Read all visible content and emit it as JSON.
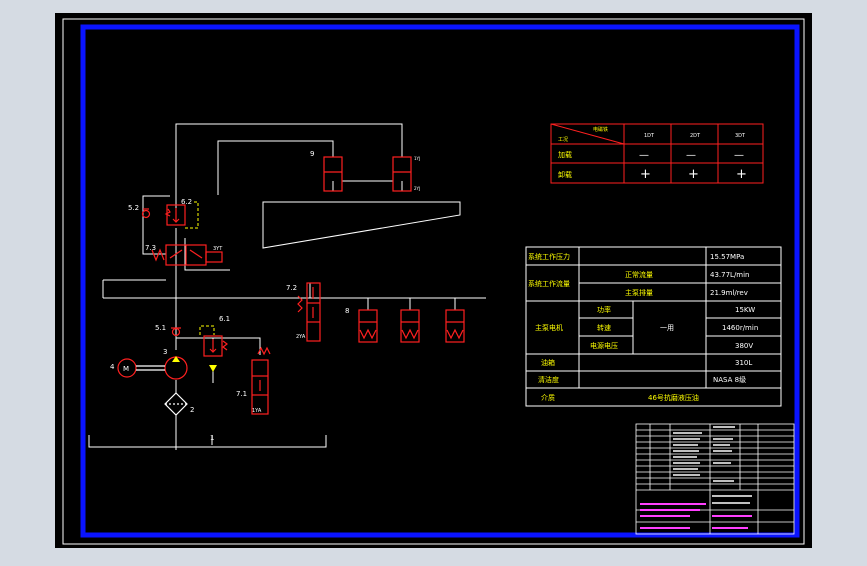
{
  "colors": {
    "background": "#000000",
    "window_bg": "#d5dbe3",
    "frame": "#0a14ff",
    "line": "#ffffff",
    "component": "#ff2020",
    "accent": "#ffff00",
    "note": "#ff40ff"
  },
  "labels": {
    "c_1": "1",
    "c_2": "2",
    "c_3": "3",
    "c_4": "4",
    "c_51": "5.1",
    "c_52": "5.2",
    "c_61": "6.1",
    "c_62": "6.2",
    "c_71": "7.1",
    "c_72": "7.2",
    "c_73": "7.3",
    "c_8": "8",
    "c_9": "9",
    "motor": "M",
    "s7": "2YA",
    "s73": "3YT",
    "s71": "1YA",
    "cyl_top": "1YJ",
    "cyl_bot": "2YJ"
  },
  "state_table": {
    "corner_a": "电磁铁",
    "corner_b": "工况",
    "cols": [
      "1DT",
      "2DT",
      "3DT"
    ],
    "rows": [
      {
        "name": "加载",
        "vals": [
          "—",
          "—",
          "—"
        ]
      },
      {
        "name": "卸载",
        "vals": [
          "+",
          "+",
          "+"
        ]
      }
    ]
  },
  "spec_table": {
    "r1_label": "系统工作压力",
    "r1_val": "15.57MPa",
    "r2_label": "系统工作流量",
    "r2a_sub": "正常流量",
    "r2a_val": "43.77L/min",
    "r2b_sub": "主泵排量",
    "r2b_val": "21.9ml/rev",
    "r3_label": "主泵电机",
    "r3_mid": "一用",
    "r3a_sub": "功率",
    "r3a_val": "15KW",
    "r3b_sub": "转速",
    "r3b_val": "1460r/min",
    "r3c_sub": "电源电压",
    "r3c_val": "380V",
    "r4_label": "油箱",
    "r4_val": "310L",
    "r5_label": "清洁度",
    "r5_val": "NASA 8级",
    "r6_label": "介质",
    "r6_val": "46号抗磨液压油"
  }
}
